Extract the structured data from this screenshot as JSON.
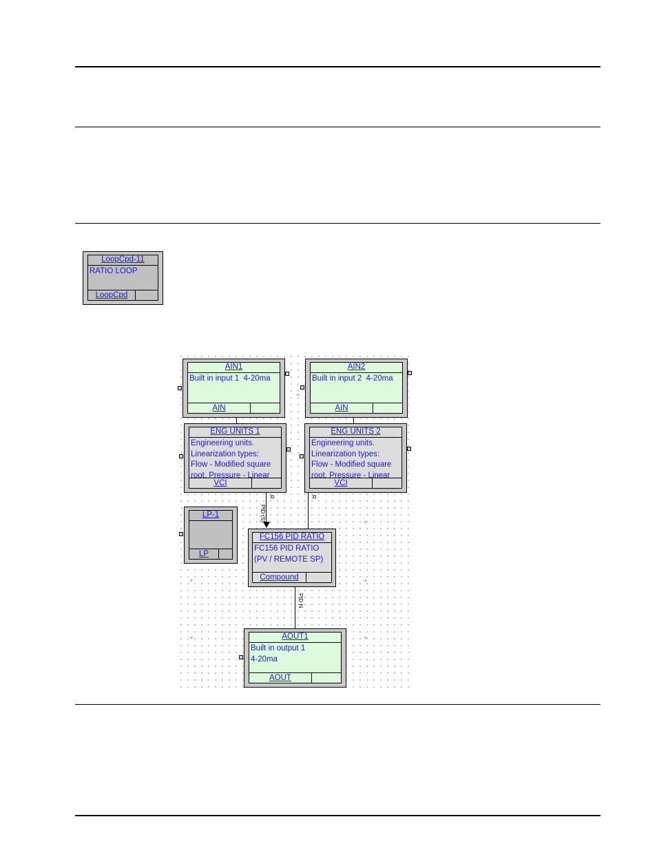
{
  "thumbnail": {
    "title": "LoopCpd-11",
    "description": "RATIO LOOP",
    "footer": "LoopCpd"
  },
  "blocks": {
    "ain1": {
      "title": "AIN1",
      "description": "Built in input 1  4-20ma",
      "footer": "AIN"
    },
    "ain2": {
      "title": "AIN2",
      "description": "Built in input 2  4-20ma",
      "footer": "AIN"
    },
    "eng1": {
      "title": "ENG UNITS 1",
      "description": "Engineering units.\nLinearization types:\nFlow - Modified square\nroot, Pressure - Linear",
      "footer": "VCI"
    },
    "eng2": {
      "title": "ENG UNITS 2",
      "description": "Engineering units.\nLinearization types:\nFlow - Modified square\nroot, Pressure - Linear",
      "footer": "VCI"
    },
    "lp1": {
      "title": "LP-1",
      "description": "",
      "footer": "LP"
    },
    "pid": {
      "title": "FC156 PID RATIO",
      "description": "FC156 PID RATIO\n(PV / REMOTE SP)",
      "footer": "Compound"
    },
    "aout1": {
      "title": "AOUT1",
      "description": "Built in output 1\n4-20ma",
      "footer": "AOUT"
    }
  },
  "wire_labels": {
    "eng1_out": "R",
    "eng2_out": "R",
    "pid_in": "PID (S)",
    "pid_out": "PID N"
  },
  "colors": {
    "block_text": "#1a1ad8",
    "io_block_fill": "#dcfadc",
    "function_block_fill": "#dcdcdc"
  }
}
